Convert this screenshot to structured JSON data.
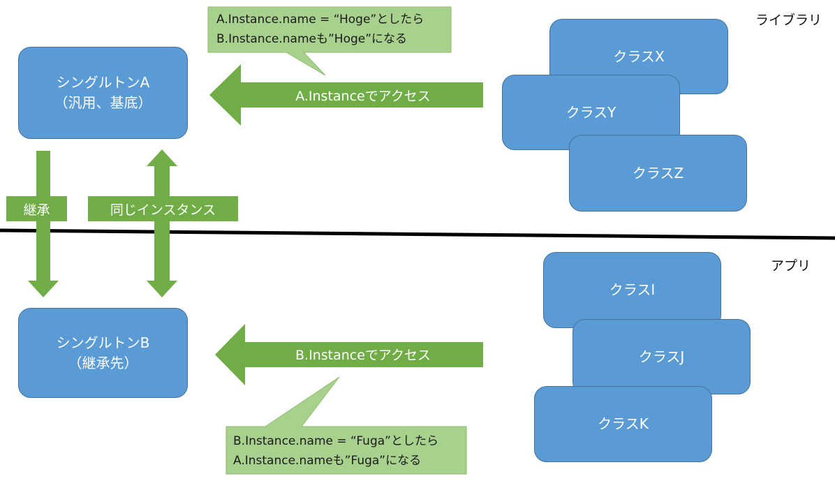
{
  "diagram": {
    "singleton_a": {
      "line1": "シングルトンA",
      "line2": "（汎用、基底）"
    },
    "singleton_b": {
      "line1": "シングルトンB",
      "line2": "（継承先）"
    },
    "arrow_access_a": "A.Instanceでアクセス",
    "arrow_access_b": "B.Instanceでアクセス",
    "callout_top": {
      "line1": "A.Instance.name = “Hoge”としたら",
      "line2": "B.Instance.nameも”Hoge”になる"
    },
    "callout_bottom": {
      "line1": "B.Instance.name = “Fuga”としたら",
      "line2": "A.Instance.nameも”Fuga”になる"
    },
    "label_inherit": "継承",
    "label_same_instance": "同じインスタンス",
    "region_library": "ライブラリ",
    "region_app": "アプリ",
    "library_classes": [
      "クラスX",
      "クラスY",
      "クラスZ"
    ],
    "app_classes": [
      "クラスI",
      "クラスJ",
      "クラスK"
    ]
  },
  "colors": {
    "box_fill": "#5b9bd5",
    "box_border": "#41719c",
    "arrow_fill": "#70ad47",
    "callout_fill": "#a9d18e",
    "callout_border": "#8dbb6a",
    "divider": "#000000"
  }
}
